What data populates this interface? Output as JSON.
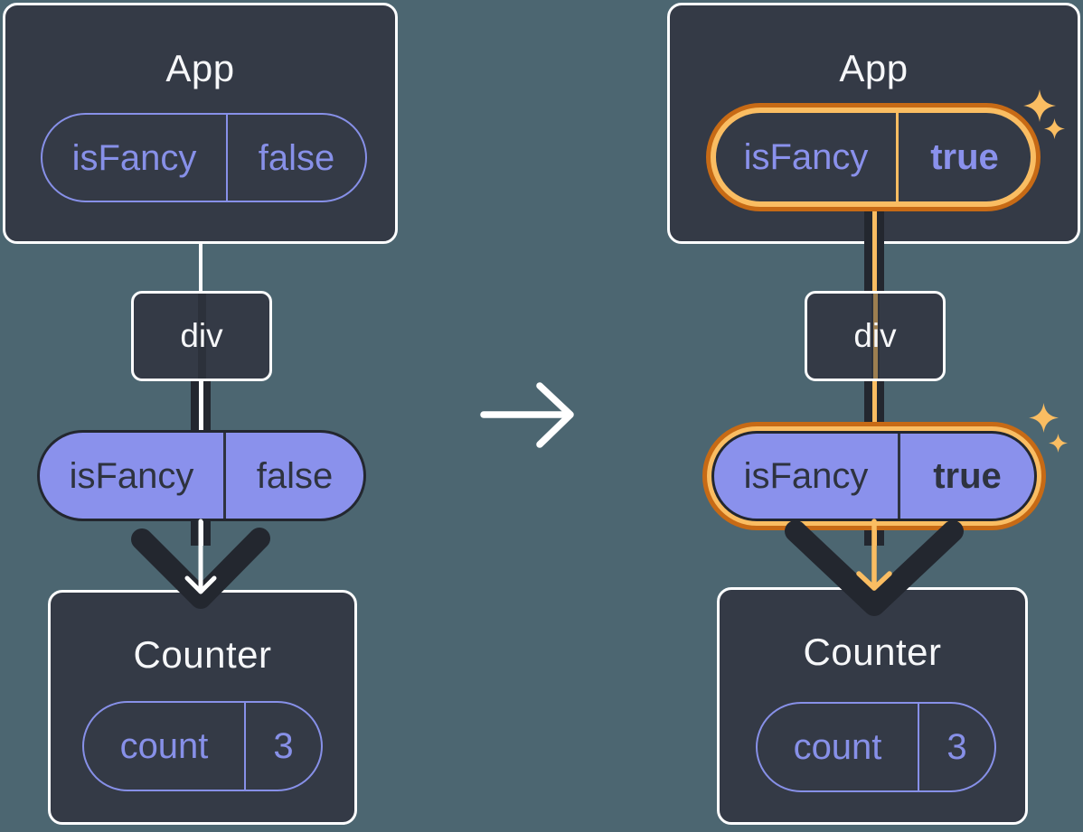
{
  "diagram_title": "state-passed-down-before-after",
  "colors": {
    "background": "#4C6671",
    "card_background": "#343A46",
    "card_border": "#FFFFFF",
    "ink_dark": "#23272F",
    "purple_fill": "#8A91EC",
    "purple_stroke": "#8790E8",
    "orange_light": "#FABD62",
    "orange_dark": "#C76A15",
    "text_light": "#F6F7F9"
  },
  "before": {
    "app": {
      "title": "App",
      "prop_name": "isFancy",
      "prop_value": "false"
    },
    "div_label": "div",
    "passed_prop": {
      "name": "isFancy",
      "value": "false"
    },
    "counter": {
      "title": "Counter",
      "state_name": "count",
      "state_value": "3"
    }
  },
  "after": {
    "app": {
      "title": "App",
      "prop_name": "isFancy",
      "prop_value": "true"
    },
    "div_label": "div",
    "passed_prop": {
      "name": "isFancy",
      "value": "true"
    },
    "counter": {
      "title": "Counter",
      "state_name": "count",
      "state_value": "3"
    }
  },
  "icons": {
    "transform_arrow": "right-arrow",
    "flow_arrow": "down-chevron-arrow",
    "sparkle": "four-point-star"
  }
}
